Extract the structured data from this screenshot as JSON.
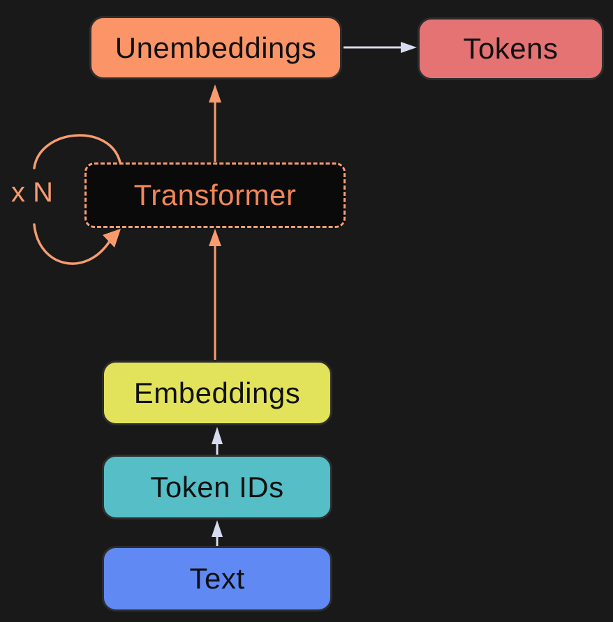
{
  "canvas": {
    "background": "#191919"
  },
  "nodes": {
    "unembeddings": {
      "label": "Unembeddings",
      "fill": "#fb9567",
      "text_color": "#111111"
    },
    "tokens": {
      "label": "Tokens",
      "fill": "#e57373",
      "text_color": "#111111"
    },
    "transformer": {
      "label": "Transformer",
      "fill": "#0a0a0a",
      "text_color": "#f2875a",
      "border_color": "#f89c6f",
      "border_style": "dashed"
    },
    "embeddings": {
      "label": "Embeddings",
      "fill": "#e2e35b",
      "text_color": "#111111"
    },
    "token_ids": {
      "label": "Token IDs",
      "fill": "#56bec6",
      "text_color": "#111111"
    },
    "text": {
      "label": "Text",
      "fill": "#6089f4",
      "text_color": "#111111"
    }
  },
  "loop": {
    "label": "x N",
    "color": "#f89c6f",
    "meaning": "transformer block repeated N times"
  },
  "connectors": {
    "orange_color": "#f89c6f",
    "light_color": "#d8dbf0",
    "edges": [
      {
        "from": "text",
        "to": "token_ids",
        "color": "#d8dbf0"
      },
      {
        "from": "token_ids",
        "to": "embeddings",
        "color": "#d8dbf0"
      },
      {
        "from": "embeddings",
        "to": "transformer",
        "color": "#f89c6f"
      },
      {
        "from": "transformer",
        "to": "unembeddings",
        "color": "#f89c6f"
      },
      {
        "from": "unembeddings",
        "to": "tokens",
        "color": "#d8dbf0"
      },
      {
        "from": "transformer",
        "to": "transformer",
        "color": "#f89c6f",
        "label": "x N"
      }
    ]
  }
}
